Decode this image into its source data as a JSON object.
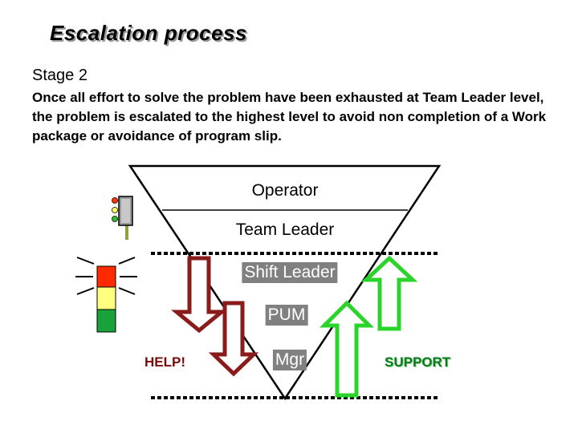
{
  "title": "Escalation process",
  "stage": "Stage 2",
  "description": "Once all effort to solve the problem have been exhausted at Team Leader level, the problem is escalated to the highest level to avoid non completion of a Work package or avoidance of program slip.",
  "levels": {
    "operator": "Operator",
    "team_leader": "Team Leader",
    "shift_leader": "Shift Leader",
    "pum": "PUM",
    "mgr": "Mgr"
  },
  "help_label": "HELP!",
  "support_label": "SUPPORT",
  "colors": {
    "help_arrow": "#8b1a1a",
    "support_arrow": "#2bd42b",
    "signal_red": "#ff2a00",
    "signal_amber": "#ffff80",
    "signal_green": "#1aa33a"
  },
  "icons": {
    "traffic_light": "traffic-light-icon",
    "signal_tower": "signal-tower-icon"
  }
}
